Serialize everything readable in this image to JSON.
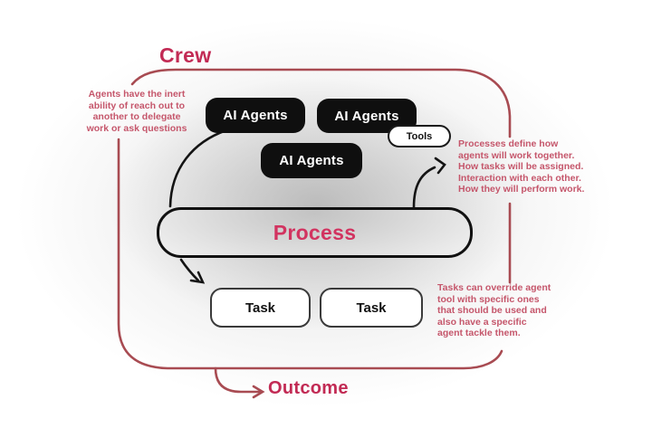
{
  "diagram": {
    "group_label": "Crew",
    "outcome_label": "Outcome",
    "nodes": {
      "agent1": "AI Agents",
      "agent2": "AI Agents",
      "agent3": "AI Agents",
      "tools": "Tools",
      "process": "Process",
      "task1": "Task",
      "task2": "Task"
    },
    "annotations": {
      "left": "Agents have the inert\nability of reach out to\nanother to delegate\nwork or ask questions",
      "right_top": "Processes define how\nagents will work together.\nHow tasks will be assigned.\nInteraction with each other.\nHow they will perform work.",
      "right_bottom": "Tasks can override agent\ntool with specific ones\nthat should be used and\nalso have a specific\nagent tackle them."
    },
    "colors": {
      "crew_border_red": "#a84b52",
      "heading_red": "#c22a54",
      "process_text_red": "#d23360",
      "annotation_red": "#c5566b",
      "node_black": "#0f0f0f"
    }
  }
}
